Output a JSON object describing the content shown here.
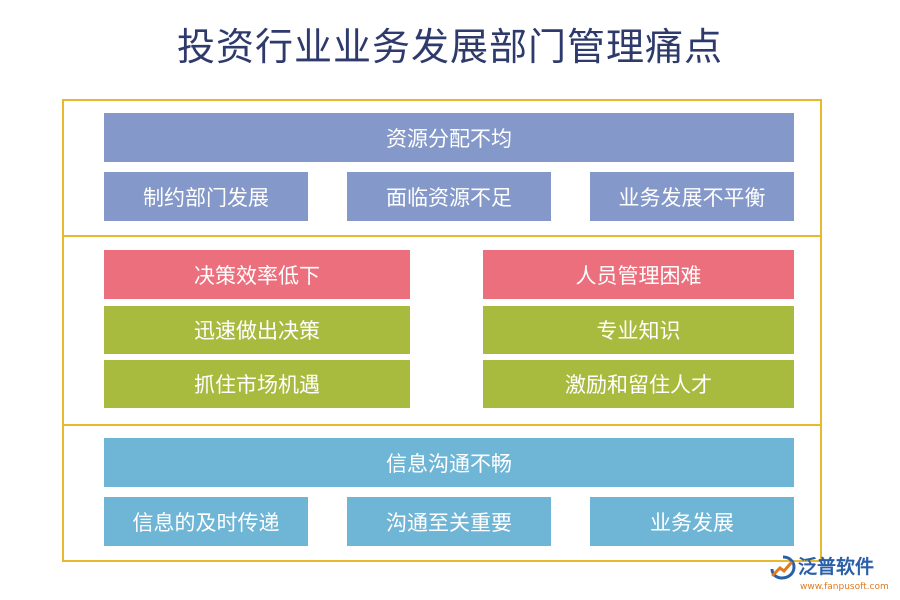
{
  "title": "投资行业业务发展部门管理痛点",
  "sections": [
    {
      "header": "资源分配不均",
      "items": [
        "制约部门发展",
        "面临资源不足",
        "业务发展不平衡"
      ]
    },
    {
      "left": {
        "header": "决策效率低下",
        "items": [
          "迅速做出决策",
          "抓住市场机遇"
        ]
      },
      "right": {
        "header": "人员管理困难",
        "items": [
          "专业知识",
          "激励和留住人才"
        ]
      }
    },
    {
      "header": "信息沟通不畅",
      "items": [
        "信息的及时传递",
        "沟通至关重要",
        "业务发展"
      ]
    }
  ],
  "logo": {
    "name": "泛普软件",
    "url": "www.fanpusoft.com",
    "icon": "fanpu-logo-icon"
  },
  "colors": {
    "frame": "#e8b92e",
    "purple": "#8498c9",
    "red": "#eb6f7c",
    "green": "#a9bb3f",
    "blue": "#6fb5d6",
    "title": "#2e3a6b"
  }
}
